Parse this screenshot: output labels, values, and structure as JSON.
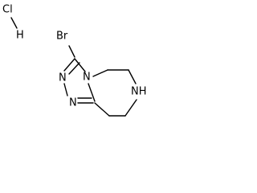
{
  "molecule": {
    "salt": {
      "label": "HCl",
      "atoms": [
        {
          "symbol": "Cl"
        },
        {
          "symbol": "H"
        }
      ]
    },
    "atoms": {
      "br": "Br",
      "n_triazole_left_top": "N",
      "n_triazole_left_bottom": "N",
      "n_ring_fusion": "N",
      "n_amine": "NH"
    }
  }
}
